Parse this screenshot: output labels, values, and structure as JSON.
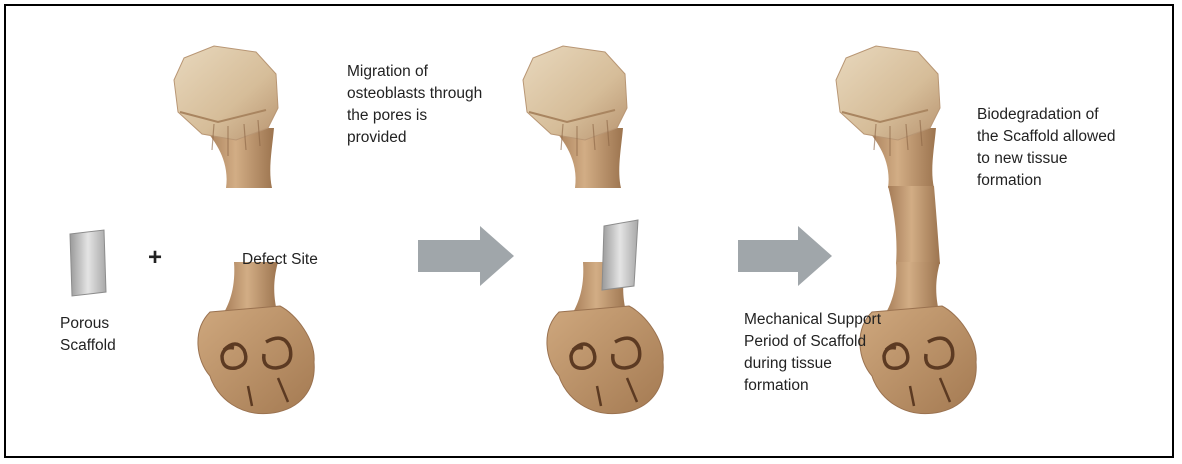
{
  "labels": {
    "porous_scaffold": [
      "Porous",
      "Scaffold"
    ],
    "plus": "+",
    "defect_site": "Defect Site",
    "migration": [
      "Migration of",
      "osteoblasts through",
      "the pores is",
      "provided"
    ],
    "mechanical": [
      "Mechanical Support",
      "Period of Scaffold",
      "during tissue",
      "formation"
    ],
    "biodegradation": [
      "Biodegradation of",
      "the Scaffold allowed",
      "to new tissue",
      "formation"
    ]
  },
  "colors": {
    "bone": "#c9a47d",
    "bone_head": "#ddc8a8",
    "bone_shadow": "#9a7250",
    "bone_dark": "#6e4a2e",
    "scaffold": "#c8c8c8",
    "arrow": "#a0a6aa",
    "frame": "#000000",
    "text": "#222222"
  },
  "icons": [
    "scaffold-cylinder-icon",
    "arrow-right-icon",
    "bone-icon"
  ]
}
